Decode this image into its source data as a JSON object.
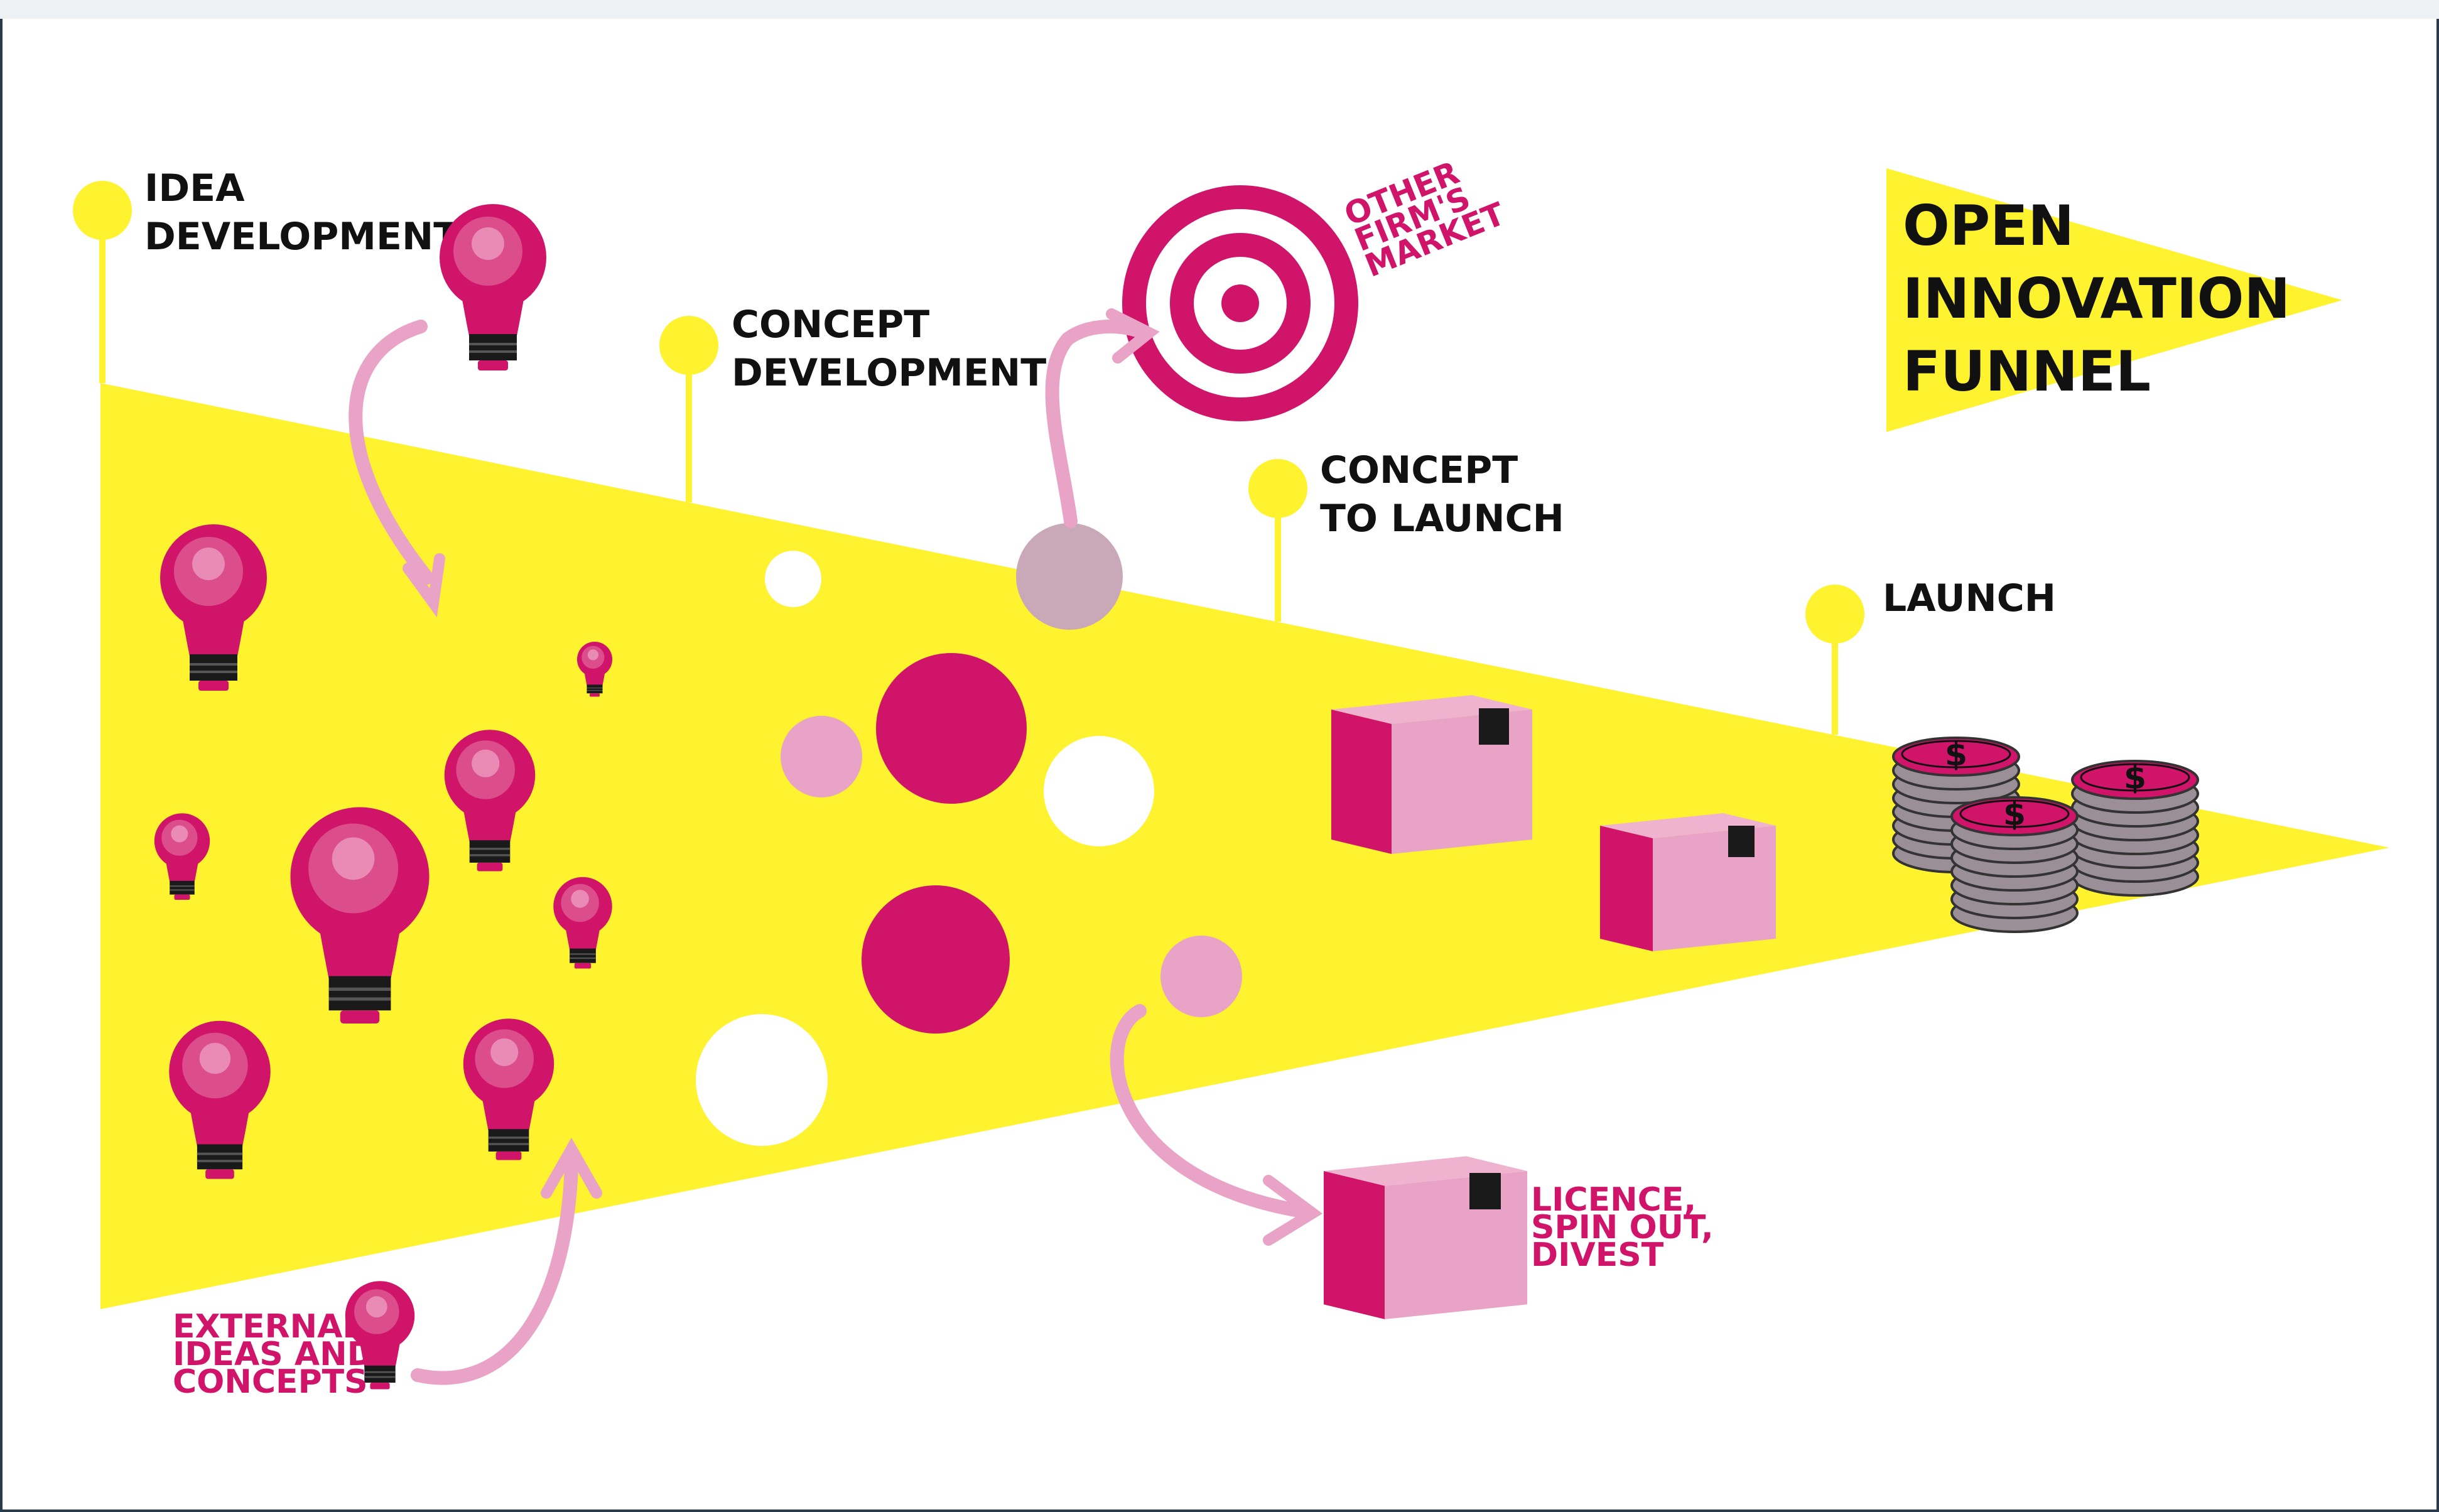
{
  "colors": {
    "funnel_yellow": "#fff22e",
    "magenta": "#d0146a",
    "light_pink": "#e8a3c6",
    "grey_pink": "#c9a8b8",
    "dark_text": "#111111",
    "frame": "#2b3a4a"
  },
  "diagram": {
    "title_lines": [
      "OPEN",
      "INNOVATION",
      "FUNNEL"
    ],
    "stages": [
      {
        "lines": [
          "IDEA",
          "DEVELOPMENT"
        ]
      },
      {
        "lines": [
          "CONCEPT",
          "DEVELOPMENT"
        ]
      },
      {
        "lines": [
          "CONCEPT",
          "TO LAUNCH"
        ]
      },
      {
        "lines": [
          "LAUNCH"
        ]
      }
    ],
    "outside_labels": {
      "market_lines": [
        "OTHER",
        "FIRM'S",
        "MARKET"
      ],
      "licence_lines": [
        "LICENCE,",
        "SPIN OUT,",
        "DIVEST"
      ],
      "external_lines": [
        "EXTERNAL",
        "IDEAS AND",
        "CONCEPTS"
      ]
    },
    "icons": {
      "bulb": "lightbulb-icon",
      "target": "target-icon",
      "box": "package-box-icon",
      "coins": "coin-stack-icon",
      "arrow": "curved-arrow-icon"
    },
    "coin_symbol": "$"
  }
}
